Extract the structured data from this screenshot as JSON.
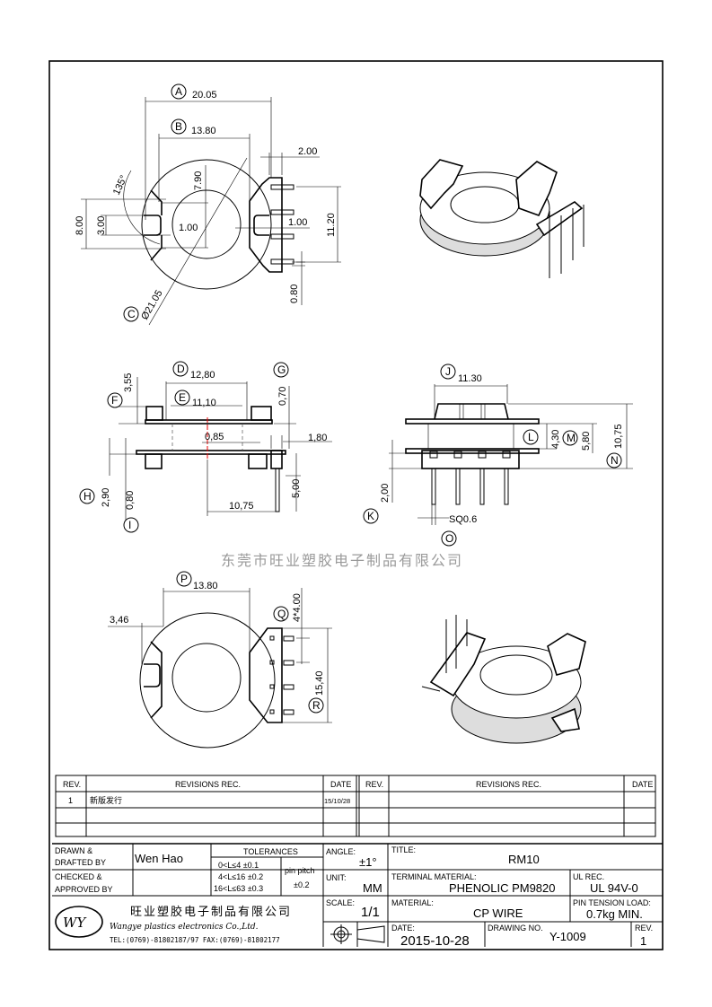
{
  "top_view": {
    "A": {
      "tag": "A",
      "value": "20.05"
    },
    "B": {
      "tag": "B",
      "value": "13.80"
    },
    "C": {
      "tag": "C",
      "value": "Ø21.05"
    },
    "angle": "135°",
    "core_height": "7.90",
    "slot_outer": "8.00",
    "slot_inner": "3.00",
    "gap_left": "1.00",
    "gap_right": "1.00",
    "pin_offset": "2.00",
    "pin_span": "11.20",
    "pin_width": "0.80"
  },
  "side_view_left": {
    "D": {
      "tag": "D",
      "value": "12,80"
    },
    "E": {
      "tag": "E",
      "value": "11,10"
    },
    "F": {
      "tag": "F",
      "value": "3,55"
    },
    "G": {
      "tag": "G",
      "value": "0,70"
    },
    "H": {
      "tag": "H",
      "value": "2,90"
    },
    "I": {
      "tag": "I",
      "value": "0,80"
    },
    "wall": "0,85",
    "pin_step": "1,80",
    "pin_length": "5,00",
    "pin_reach": "10,75"
  },
  "side_view_right": {
    "J": {
      "tag": "J",
      "value": "11.30"
    },
    "K": {
      "tag": "K",
      "value": "2,00"
    },
    "L": {
      "tag": "L",
      "value": "4,30"
    },
    "M": {
      "tag": "M",
      "value": "5,80"
    },
    "N": {
      "tag": "N",
      "value": "10,75"
    },
    "O": {
      "tag": "O",
      "value": "SQ0.6"
    }
  },
  "bottom_view": {
    "P": {
      "tag": "P",
      "value": "13.80"
    },
    "Q": {
      "tag": "Q",
      "value": "4*4.00"
    },
    "R": {
      "tag": "R",
      "value": "15,40"
    },
    "notch": "3,46"
  },
  "watermark": "东莞市旺业塑胶电子制品有限公司",
  "revisions": {
    "headers": {
      "rev": "REV.",
      "rec": "REVISIONS   REC.",
      "date": "DATE"
    },
    "rows": [
      {
        "rev": "1",
        "rec": "新版发行",
        "date": "15/10/28"
      }
    ]
  },
  "title_block": {
    "drawn_label_1": "DRAWN &",
    "drawn_label_2": "DRAFTED BY",
    "drawn_by": "Wen Hao",
    "checked_label_1": "CHECKED &",
    "checked_label_2": "APPROVED BY",
    "tolerances_label": "TOLERANCES",
    "tolerances": [
      "0<L≤4   ±0.1",
      "4<L≤16  ±0.2",
      "16<L≤63  ±0.3"
    ],
    "pin_pitch_label": "pin pitch",
    "pin_pitch": "±0.2",
    "angle_label": "ANGLE:",
    "angle": "±1°",
    "unit_label": "UNIT:",
    "unit": "MM",
    "scale_label": "SCALE:",
    "scale": "1/1",
    "title_label": "TITLE:",
    "title": "RM10",
    "terminal_material_label": "TERMINAL MATERIAL:",
    "terminal_material": "PHENOLIC PM9820",
    "ul_label": "UL REC.",
    "ul": "UL 94V-0",
    "material_label": "MATERIAL:",
    "material": "CP WIRE",
    "pin_tension_label": "PIN TENSION LOAD:",
    "pin_tension": "0.7kg MIN.",
    "date_label": "DATE:",
    "date": "2015-10-28",
    "drawing_no_label": "DRAWING NO.",
    "drawing_no": "Y-1009",
    "rev_label": "REV.",
    "rev": "1",
    "company_cn": "旺业塑胶电子制品有限公司",
    "company_en": "Wangye plastics electronics Co.,Ltd.",
    "contact": "TEL:(0769)-81802187/97  FAX:(0769)-81802177",
    "logo": "WY"
  }
}
